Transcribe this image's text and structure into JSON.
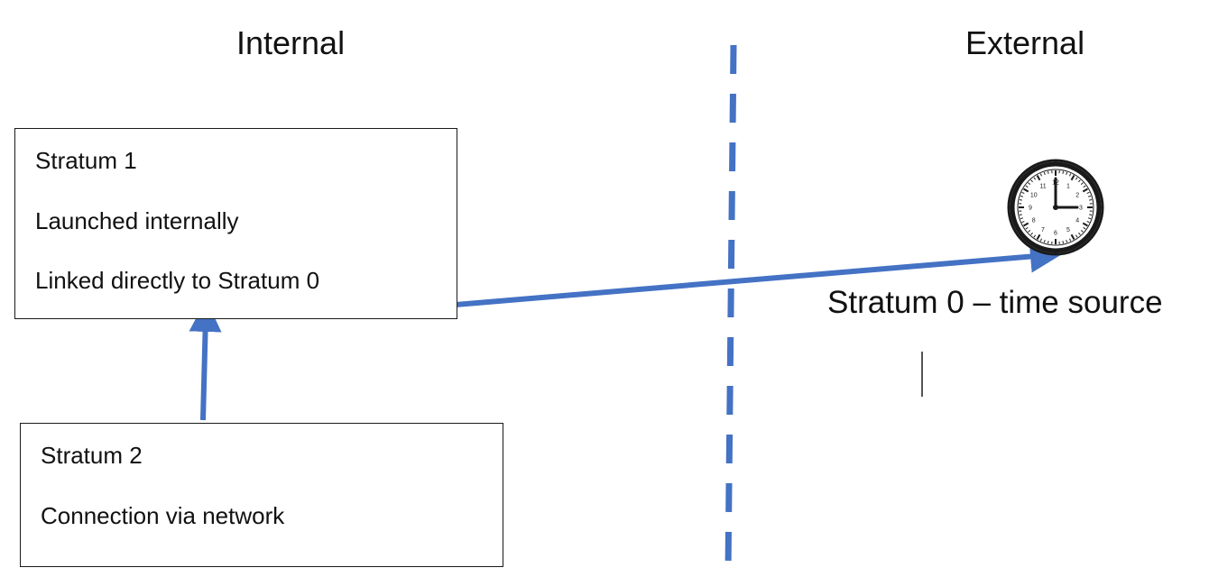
{
  "headings": {
    "internal": "Internal",
    "external": "External"
  },
  "stratum1": {
    "title": "Stratum 1",
    "line1": "Launched internally",
    "line2": "Linked directly to Stratum 0"
  },
  "stratum2": {
    "title": "Stratum 2",
    "line1": "Connection via network"
  },
  "stratum0": {
    "label": "Stratum 0 – time source",
    "icon": "clock-icon"
  },
  "colors": {
    "arrow": "#4472C4",
    "divider": "#4472C4",
    "box_border": "#1a1a1a"
  }
}
